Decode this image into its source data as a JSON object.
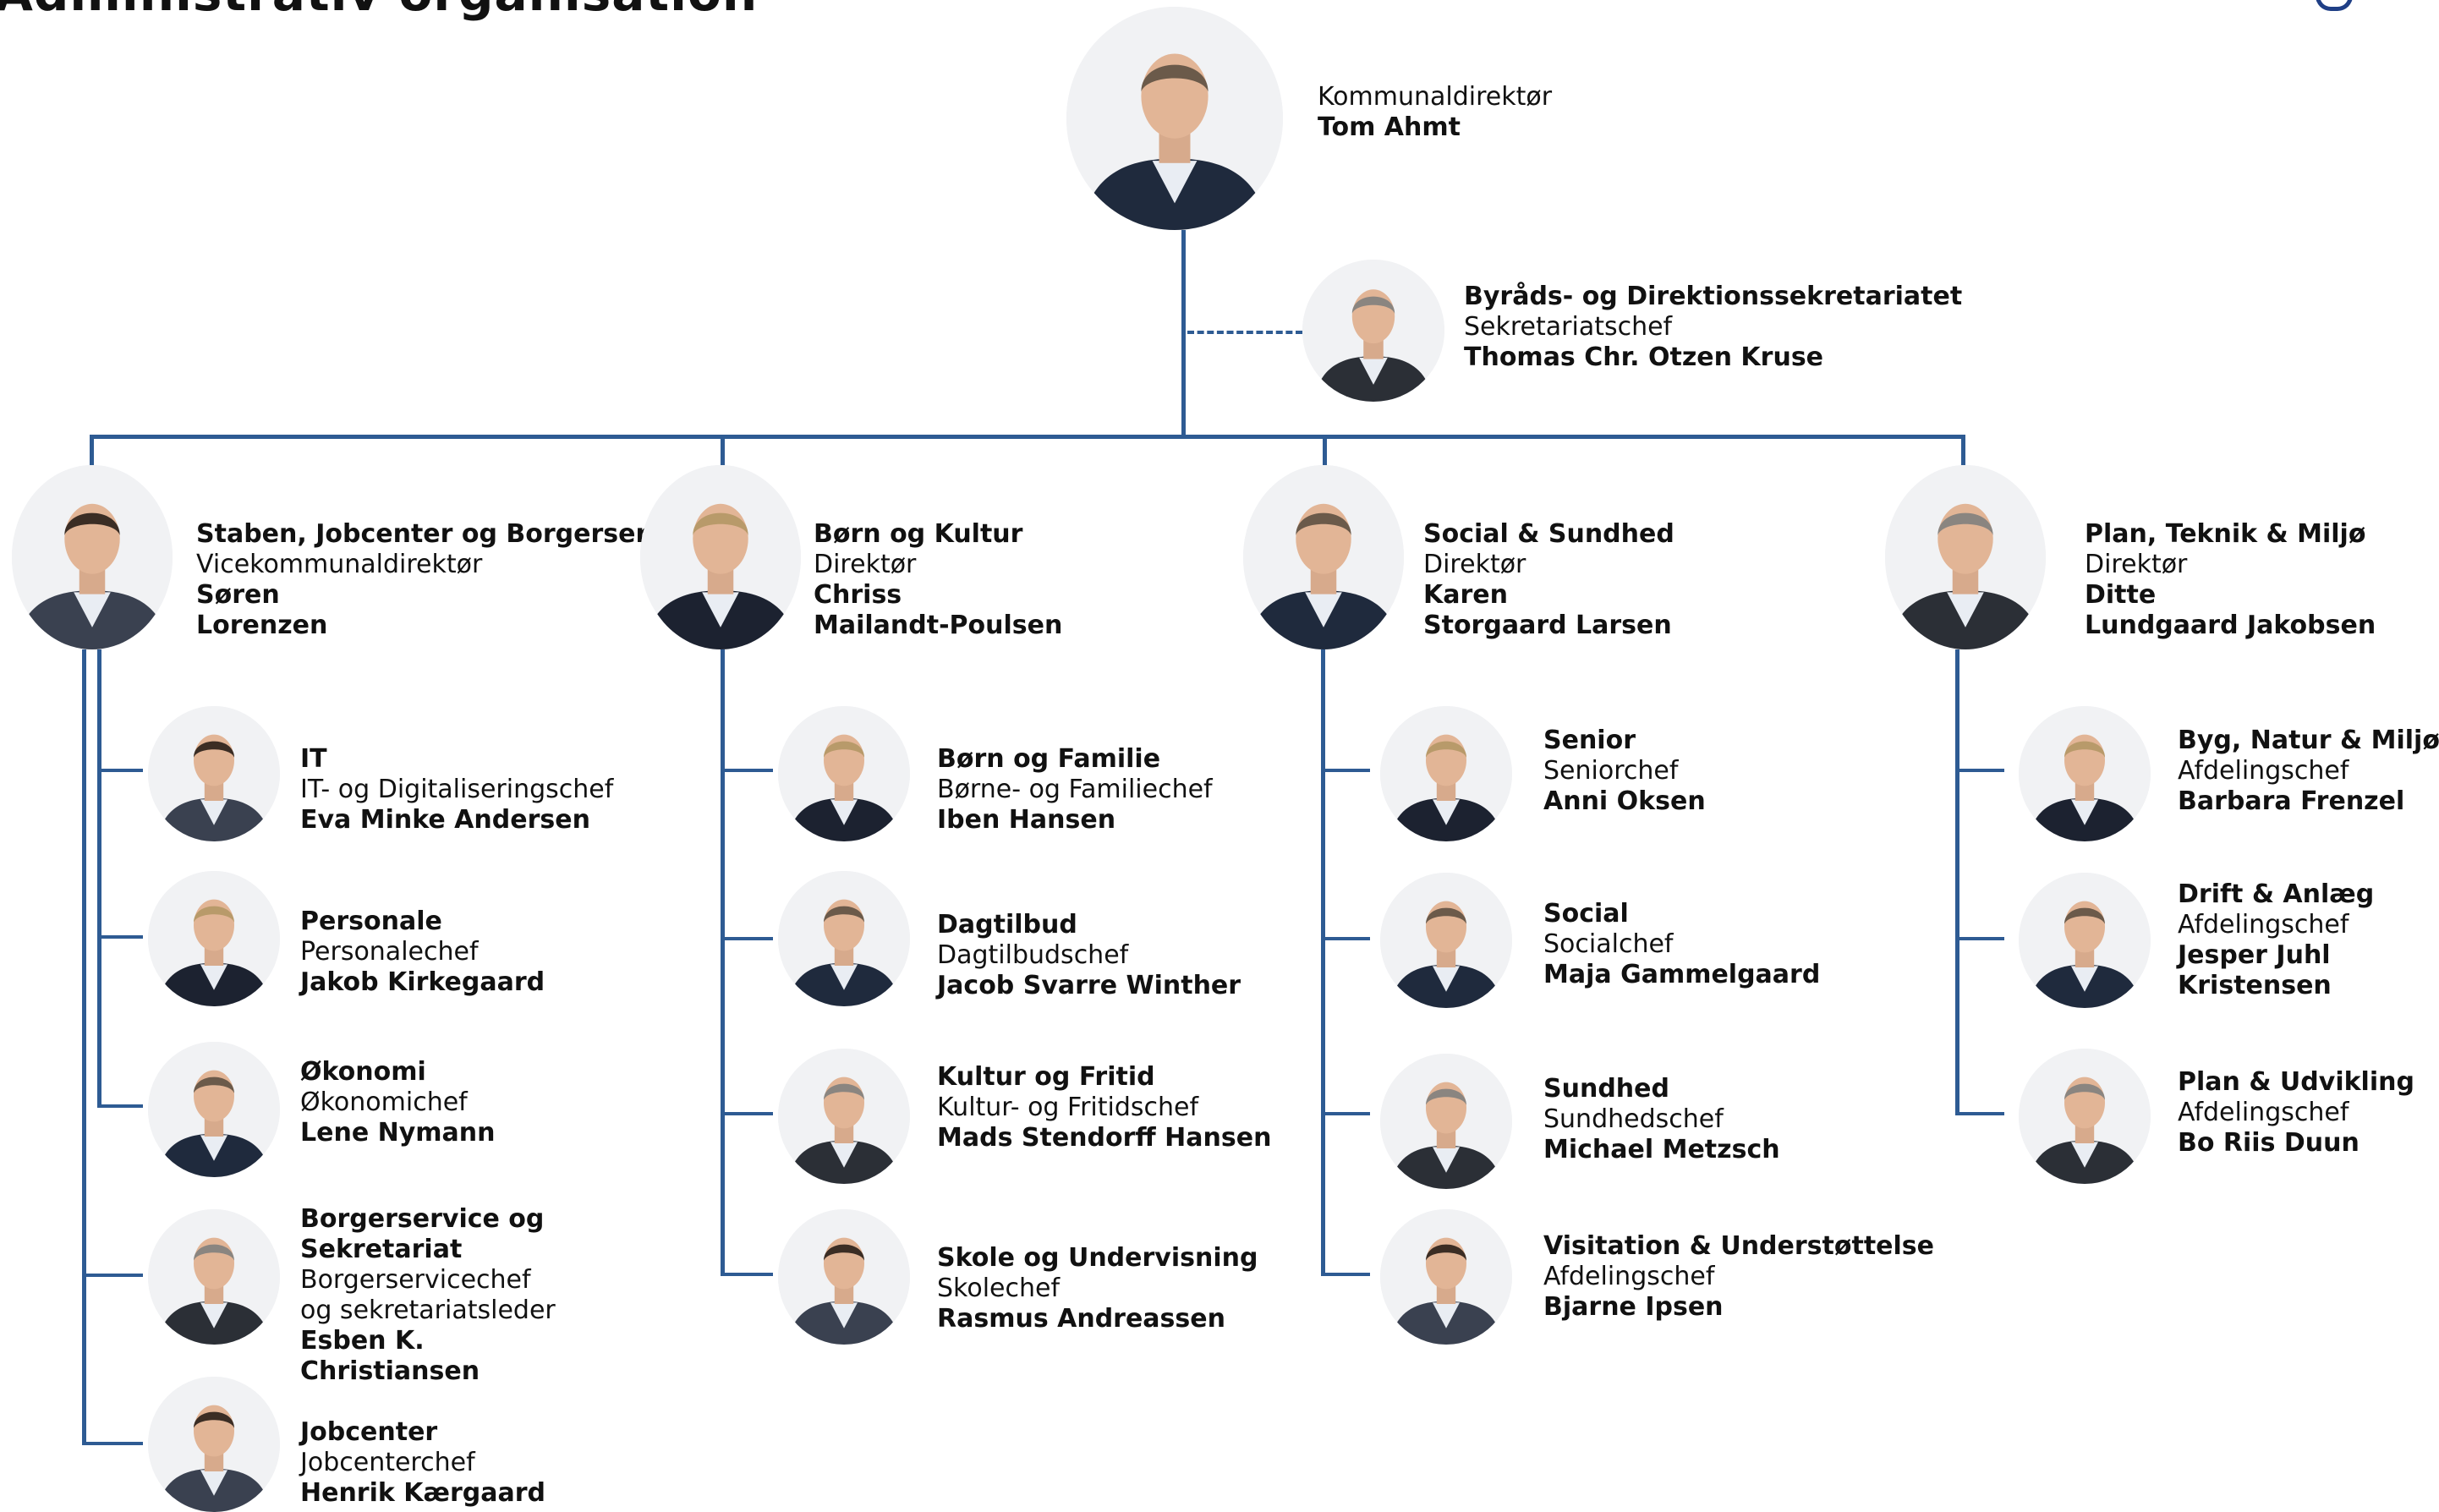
{
  "page_title": "Administrativ organisation",
  "colors": {
    "line": "#2e5b93",
    "brand": "#1f3f86"
  },
  "top": {
    "role": "Kommunaldirektør",
    "name": "Tom Ahmt"
  },
  "secretariat": {
    "unit": "Byråds- og Direktionssekretariatet",
    "role": "Sekretariatschef",
    "name": "Thomas Chr. Otzen Kruse"
  },
  "divisions": [
    {
      "unit": "Staben, Jobcenter og Borgerservice",
      "role": "Vicekommunaldirektør",
      "name1": "Søren",
      "name2": "Lorenzen",
      "units": [
        {
          "unit": "IT",
          "role": "IT- og Digitaliseringschef",
          "name": "Eva Minke Andersen"
        },
        {
          "unit": "Personale",
          "role": "Personalechef",
          "name": "Jakob Kirkegaard"
        },
        {
          "unit": "Økonomi",
          "role": "Økonomichef",
          "name": "Lene Nymann"
        },
        {
          "unit1": "Borgerservice og",
          "unit2": "Sekretariat",
          "role1": "Borgerservicechef",
          "role2": "og sekretariatsleder",
          "name1": "Esben K.",
          "name2": "Christiansen"
        },
        {
          "unit": "Jobcenter",
          "role": "Jobcenterchef",
          "name": "Henrik Kærgaard"
        }
      ]
    },
    {
      "unit": "Børn og Kultur",
      "role": "Direktør",
      "name1": "Chriss",
      "name2": "Mailandt-Poulsen",
      "units": [
        {
          "unit": "Børn og Familie",
          "role": "Børne- og Familiechef",
          "name": "Iben Hansen"
        },
        {
          "unit": "Dagtilbud",
          "role": "Dagtilbudschef",
          "name": "Jacob Svarre Winther"
        },
        {
          "unit": "Kultur og Fritid",
          "role": "Kultur- og Fritidschef",
          "name": "Mads Stendorff Hansen"
        },
        {
          "unit": "Skole og Undervisning",
          "role": "Skolechef",
          "name": "Rasmus Andreassen"
        }
      ]
    },
    {
      "unit": "Social & Sundhed",
      "role": "Direktør",
      "name1": "Karen",
      "name2": "Storgaard Larsen",
      "units": [
        {
          "unit": "Senior",
          "role": "Seniorchef",
          "name": "Anni Oksen"
        },
        {
          "unit": "Social",
          "role": "Socialchef",
          "name": "Maja Gammelgaard"
        },
        {
          "unit": "Sundhed",
          "role": "Sundhedschef",
          "name": "Michael Metzsch"
        },
        {
          "unit": "Visitation & Understøttelse",
          "role": "Afdelingschef",
          "name": "Bjarne Ipsen"
        }
      ]
    },
    {
      "unit": "Plan, Teknik & Miljø",
      "role": "Direktør",
      "name1": "Ditte",
      "name2": "Lundgaard Jakobsen",
      "units": [
        {
          "unit": "Byg, Natur & Miljø",
          "role": "Afdelingschef",
          "name": "Barbara Frenzel"
        },
        {
          "unit": "Drift & Anlæg",
          "role": "Afdelingschef",
          "name1": "Jesper Juhl",
          "name2": "Kristensen"
        },
        {
          "unit": "Plan & Udvikling",
          "role": "Afdelingschef",
          "name": "Bo Riis Duun"
        }
      ]
    }
  ]
}
